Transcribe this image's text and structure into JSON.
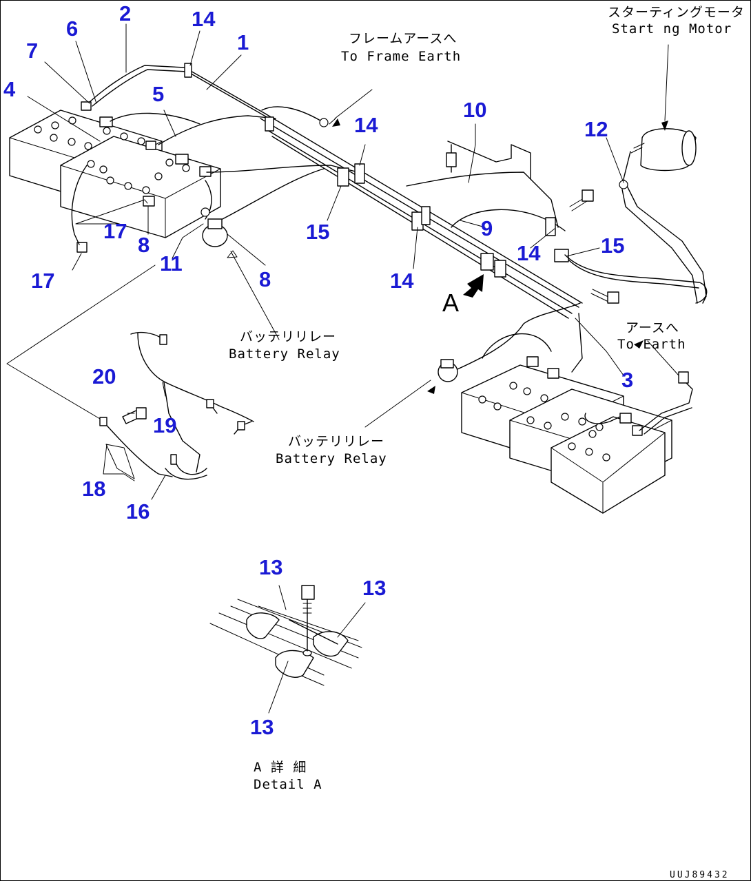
{
  "callouts": {
    "n1": "1",
    "n2": "2",
    "n3": "3",
    "n4": "4",
    "n5": "5",
    "n6": "6",
    "n7": "7",
    "n8a": "8",
    "n8b": "8",
    "n9": "9",
    "n10": "10",
    "n11": "11",
    "n12": "12",
    "n13a": "13",
    "n13b": "13",
    "n13c": "13",
    "n14a": "14",
    "n14b": "14",
    "n14c": "14",
    "n14d": "14",
    "n15a": "15",
    "n15b": "15",
    "n16": "16",
    "n17a": "17",
    "n17b": "17",
    "n18": "18",
    "n19": "19",
    "n20": "20"
  },
  "labels": {
    "starting_motor_jp": "スターティングモータ",
    "starting_motor_en": "Start ng Motor",
    "frame_earth_jp": "フレームアースへ",
    "frame_earth_en": "To Frame Earth",
    "battery_relay_1_jp": "バッテリリレー",
    "battery_relay_1_en": "Battery Relay",
    "battery_relay_2_jp": "バッテリリレー",
    "battery_relay_2_en": "Battery Relay",
    "earth_jp": "アースへ",
    "earth_en": "To Earth",
    "view_a": "A",
    "detail_a_jp": "A 詳 細",
    "detail_a_en": "Detail A",
    "drawing_code": "UUJ89432"
  }
}
